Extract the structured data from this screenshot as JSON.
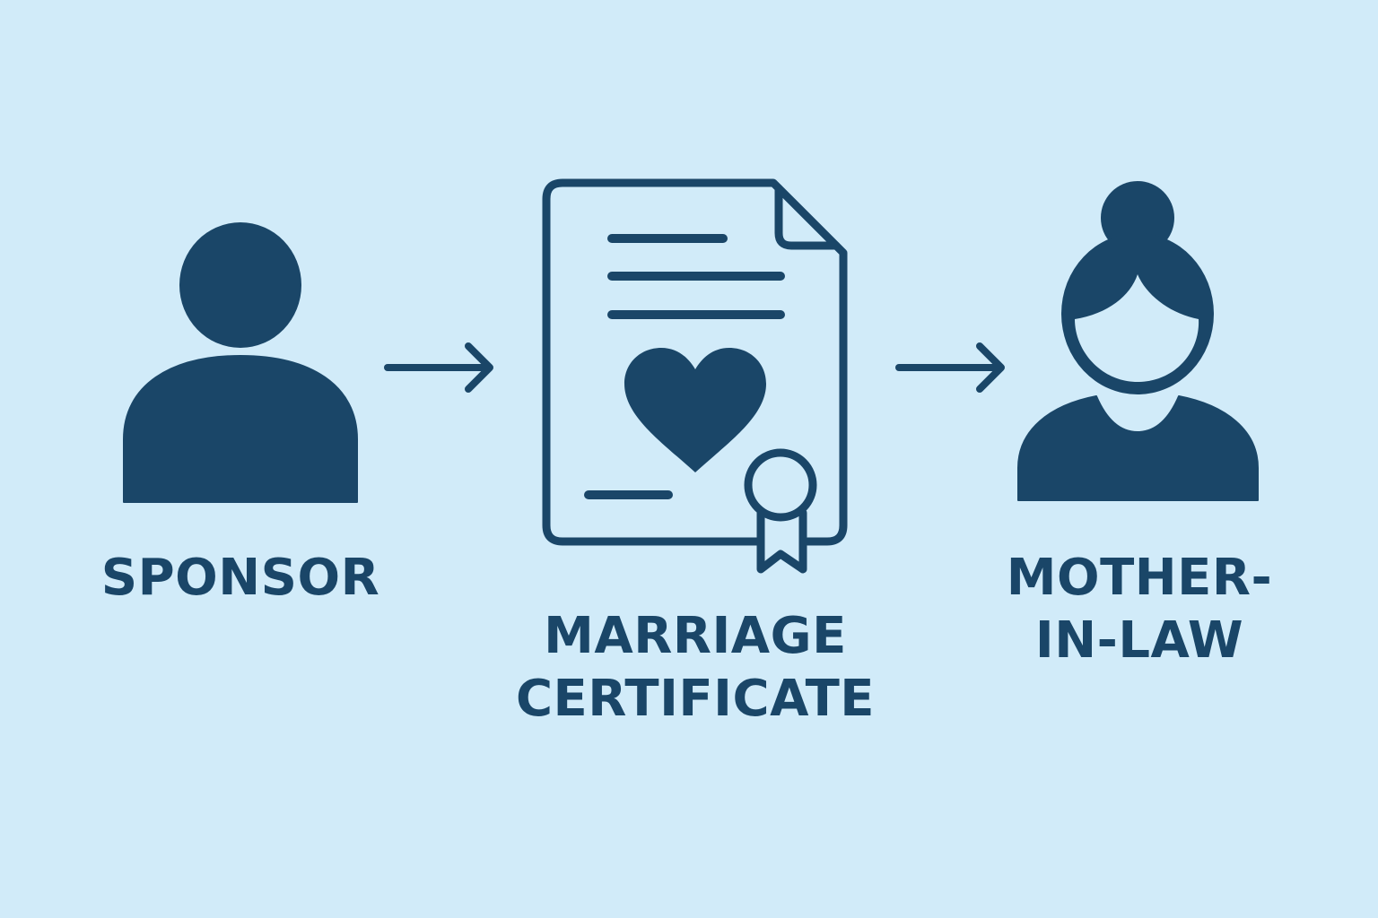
{
  "colors": {
    "background": "#d1ebf9",
    "ink": "#1a4668"
  },
  "nodes": [
    {
      "id": "sponsor",
      "icon": "person-icon",
      "label_lines": [
        "SPONSOR"
      ]
    },
    {
      "id": "marriage-certificate",
      "icon": "certificate-icon",
      "label_lines": [
        "MARRIAGE",
        "CERTIFICATE"
      ]
    },
    {
      "id": "mother-in-law",
      "icon": "woman-with-bun-icon",
      "label_lines": [
        "MOTHER-",
        "IN-LAW"
      ]
    }
  ],
  "arrows": [
    {
      "from": "sponsor",
      "to": "marriage-certificate",
      "icon": "arrow-right-icon"
    },
    {
      "from": "marriage-certificate",
      "to": "mother-in-law",
      "icon": "arrow-right-icon"
    }
  ]
}
